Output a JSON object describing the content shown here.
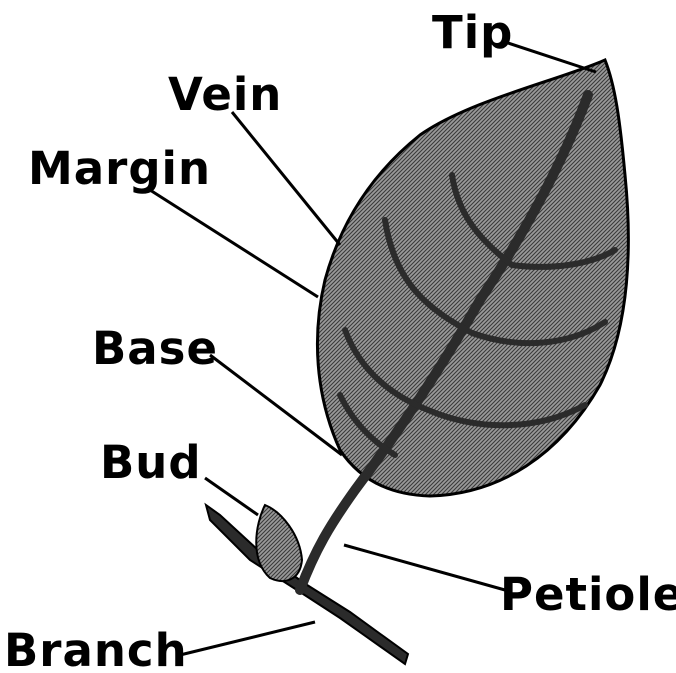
{
  "diagram": {
    "labels": {
      "tip": "Tip",
      "vein": "Vein",
      "margin": "Margin",
      "base": "Base",
      "bud": "Bud",
      "petiole": "Petiole",
      "branch": "Branch"
    },
    "colors": {
      "ink": "#000000",
      "leaf_fill": "#888888",
      "leaf_hatch": "#333333",
      "vein": "#2b2b2b",
      "background": "#ffffff"
    }
  }
}
